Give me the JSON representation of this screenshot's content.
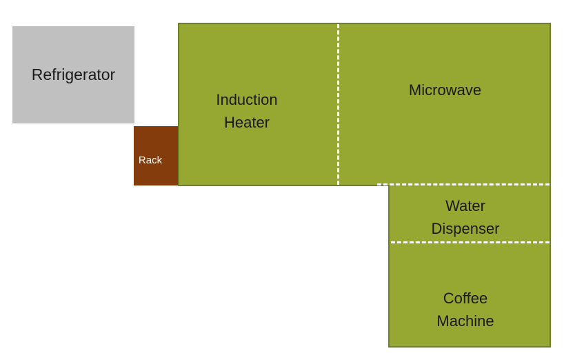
{
  "diagram": {
    "areas": {
      "refrigerator": {
        "label": "Refrigerator",
        "color": "#c0c0c0"
      },
      "rack": {
        "label": "Rack",
        "color": "#843c0c"
      },
      "induction_heater": {
        "line1": "Induction",
        "line2": "Heater",
        "color": "#96a832"
      },
      "microwave": {
        "label": "Microwave",
        "color": "#96a832"
      },
      "water_dispenser": {
        "line1": "Water",
        "line2": "Dispenser",
        "color": "#96a832"
      },
      "coffee_machine": {
        "line1": "Coffee",
        "line2": "Machine",
        "color": "#96a832"
      }
    },
    "divider_style": "dashed-white"
  }
}
